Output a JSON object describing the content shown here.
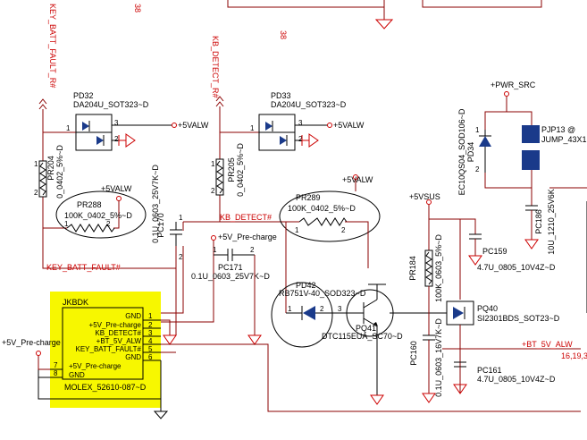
{
  "nets": {
    "key_batt_fault_vertical": "KEY_BATT_FAULT_R#",
    "key_batt_fault": "KEY_BATT_FAULT#",
    "kb_detect_vertical": "KB_DETECT_R#",
    "kb_detect": "KB_DETECT#",
    "pwr_src": "+PWR_SRC",
    "v5valw_1": "+5VALW",
    "v5valw_2": "+5VALW",
    "v5valw_3": "+5VALW",
    "v5valw_4": "+5VALW",
    "v5_precharge_top": "+5V_Pre-charge",
    "v5_precharge_left": "+5V_Pre-charge",
    "v5vsus": "+5VSUS",
    "bt_5v_alw": "+BT_5V_ALW",
    "sheet_ref_1": "38",
    "sheet_ref_2": "38",
    "sheet_ref_3": "16,19,3"
  },
  "components": {
    "pd32": {
      "ref": "PD32",
      "value": "DA204U_SOT323~D"
    },
    "pd33": {
      "ref": "PD33",
      "value": "DA204U_SOT323~D"
    },
    "pd34": {
      "ref": "PD34",
      "value": "EC10QS04_SOD106~D"
    },
    "pjp13": {
      "ref": "PJP13 @",
      "value": "JUMP_43X1"
    },
    "pr204": {
      "ref": "PR204",
      "value": "0_0402_5%~D"
    },
    "pr205": {
      "ref": "PR205",
      "value": "0_0402_5%~D"
    },
    "pr288": {
      "ref": "PR288",
      "value": "100K_0402_5%~D"
    },
    "pr289": {
      "ref": "PR289",
      "value": "100K_0402_5%~D"
    },
    "pr184": {
      "ref": "PR184",
      "value": "100K_0603_5%~D"
    },
    "pc170": {
      "ref": "PC170",
      "value": "0.1U_0603_25V7K~D"
    },
    "pc171": {
      "ref": "PC171",
      "value": "0.1U_0603_25V7K~D"
    },
    "pc186": {
      "ref": "PC186",
      "value": "10U_1210_25V6K"
    },
    "pc159": {
      "ref": "PC159",
      "value": "4.7U_0805_10V4Z~D"
    },
    "pc160": {
      "ref": "PC160",
      "value": "0.1U_0603_16V7K~D"
    },
    "pc161": {
      "ref": "PC161",
      "value": "4.7U_0805_10V4Z~D"
    },
    "pd42": {
      "ref": "PD42",
      "value": "RB751V-40_SOD323~D"
    },
    "pq41": {
      "ref": "PQ41",
      "value": "DTC115EUA_SC70~D"
    },
    "pq40": {
      "ref": "PQ40",
      "value": "SI2301BDS_SOT23~D"
    }
  },
  "connector": {
    "ref": "JKBDK",
    "part": "MOLEX_52610-087~D",
    "pins": [
      {
        "num": "1",
        "name": "GND"
      },
      {
        "num": "2",
        "name": "+5V_Pre-charge"
      },
      {
        "num": "3",
        "name": "KB_DETECT#"
      },
      {
        "num": "4",
        "name": "+BT_5V_ALW"
      },
      {
        "num": "5",
        "name": "KEY_BATT_FAULT#"
      },
      {
        "num": "6",
        "name": "GND"
      },
      {
        "num": "7",
        "name": "+5V_Pre-charge"
      },
      {
        "num": "8",
        "name": "GND"
      }
    ]
  },
  "pin_numbers": {
    "p1": "1",
    "p2": "2",
    "p3": "3",
    "p4": "4",
    "p5": "5",
    "p6": "6"
  },
  "colors": {
    "wire": "#8b0000",
    "power": "#cc0000",
    "part": "#000000",
    "diode_fill": "#1a3a8a",
    "connector_fill": "#f7f700"
  }
}
